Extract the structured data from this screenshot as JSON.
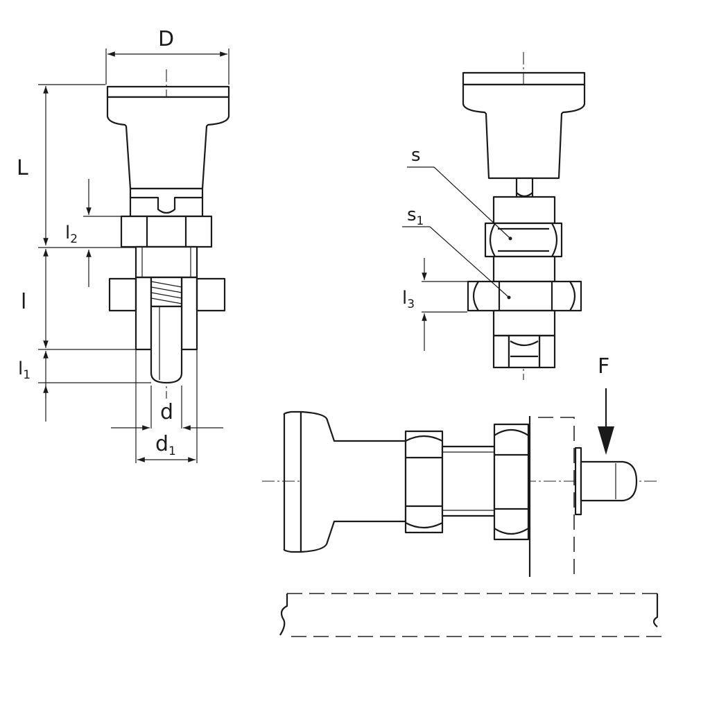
{
  "labels": {
    "D": "D",
    "L": "L",
    "l": "l",
    "l_sub1": "l",
    "sub1": "1",
    "l_sub2": "l",
    "sub2": "2",
    "l_sub3": "l",
    "sub3": "3",
    "d": "d",
    "d1": "d",
    "d1_sub": "1",
    "s": "s",
    "s1": "s",
    "s1_sub": "1",
    "F": "F"
  }
}
